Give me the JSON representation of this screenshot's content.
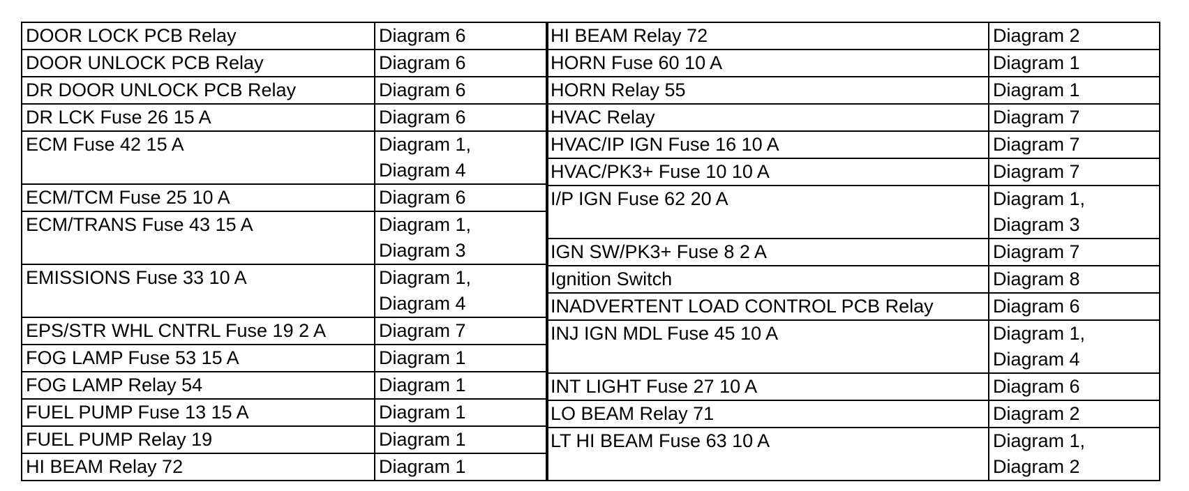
{
  "index_left": {
    "rows": [
      {
        "component": "DOOR LOCK PCB Relay",
        "refs": [
          "Diagram 6"
        ]
      },
      {
        "component": "DOOR UNLOCK PCB Relay",
        "refs": [
          "Diagram 6"
        ]
      },
      {
        "component": "DR DOOR UNLOCK PCB Relay",
        "refs": [
          "Diagram 6"
        ]
      },
      {
        "component": "DR LCK Fuse 26 15 A",
        "refs": [
          "Diagram 6"
        ]
      },
      {
        "component": "ECM Fuse 42 15 A",
        "refs": [
          "Diagram 1,",
          "Diagram 4"
        ]
      },
      {
        "component": "ECM/TCM Fuse 25 10 A",
        "refs": [
          "Diagram 6"
        ]
      },
      {
        "component": "ECM/TRANS Fuse 43 15 A",
        "refs": [
          "Diagram 1,",
          "Diagram 3"
        ]
      },
      {
        "component": "EMISSIONS Fuse 33 10 A",
        "refs": [
          "Diagram 1,",
          "Diagram 4"
        ]
      },
      {
        "component": "EPS/STR WHL CNTRL Fuse 19 2 A",
        "refs": [
          "Diagram 7"
        ]
      },
      {
        "component": "FOG LAMP Fuse 53 15 A",
        "refs": [
          "Diagram 1"
        ]
      },
      {
        "component": "FOG LAMP Relay 54",
        "refs": [
          "Diagram 1"
        ]
      },
      {
        "component": "FUEL PUMP Fuse 13 15 A",
        "refs": [
          "Diagram 1"
        ]
      },
      {
        "component": "FUEL PUMP Relay 19",
        "refs": [
          "Diagram 1"
        ]
      },
      {
        "component": "HI BEAM Relay 72",
        "refs": [
          "Diagram 1"
        ]
      }
    ]
  },
  "index_right": {
    "rows": [
      {
        "component": "HI BEAM Relay 72",
        "refs": [
          "Diagram 2"
        ]
      },
      {
        "component": "HORN Fuse 60 10 A",
        "refs": [
          "Diagram 1"
        ]
      },
      {
        "component": "HORN Relay 55",
        "refs": [
          "Diagram 1"
        ]
      },
      {
        "component": "HVAC Relay",
        "refs": [
          "Diagram 7"
        ]
      },
      {
        "component": "HVAC/IP IGN Fuse 16 10 A",
        "refs": [
          "Diagram 7"
        ]
      },
      {
        "component": "HVAC/PK3+ Fuse 10 10 A",
        "refs": [
          "Diagram 7"
        ]
      },
      {
        "component": "I/P IGN Fuse 62 20 A",
        "refs": [
          "Diagram 1,",
          "Diagram 3"
        ]
      },
      {
        "component": "IGN SW/PK3+ Fuse 8 2 A",
        "refs": [
          "Diagram 7"
        ]
      },
      {
        "component": "Ignition Switch",
        "refs": [
          "Diagram 8"
        ]
      },
      {
        "component": "INADVERTENT LOAD CONTROL PCB Relay",
        "refs": [
          "Diagram 6"
        ]
      },
      {
        "component": "INJ IGN MDL Fuse 45 10 A",
        "refs": [
          "Diagram 1,",
          "Diagram 4"
        ]
      },
      {
        "component": "INT LIGHT Fuse 27 10 A",
        "refs": [
          "Diagram 6"
        ]
      },
      {
        "component": "LO BEAM Relay 71",
        "refs": [
          "Diagram 2"
        ]
      },
      {
        "component": "LT HI BEAM Fuse 63 10 A",
        "refs": [
          "Diagram 1,",
          "Diagram 2"
        ]
      }
    ]
  }
}
